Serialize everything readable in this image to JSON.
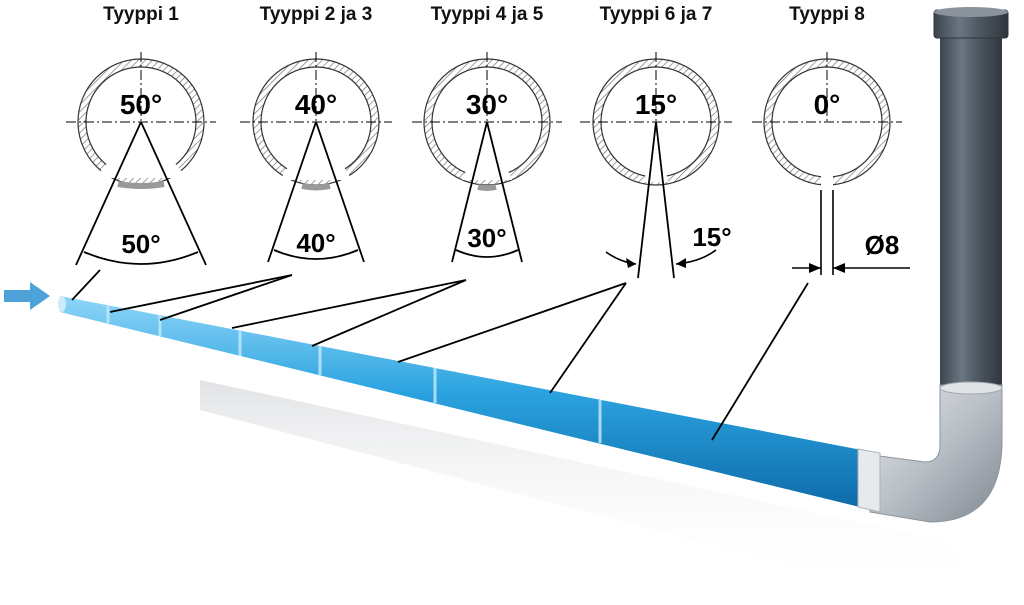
{
  "titles": [
    "Tyyppi 1",
    "Tyyppi 2 ja 3",
    "Tyyppi 4 ja 5",
    "Tyyppi 6 ja 7",
    "Tyyppi 8"
  ],
  "circle_labels": [
    "50°",
    "40°",
    "30°",
    "15°",
    "0°"
  ],
  "cone_labels": [
    "50°",
    "40°",
    "30°",
    "15°"
  ],
  "hole_label": "Ø8",
  "colors": {
    "pipe_blue": "#2ba3e0",
    "pipe_light": "#8fd6f8",
    "steel_dark": "#4f5964",
    "steel_light": "#c9cdd2",
    "arrow": "#4da3d8",
    "ring_hatch": "#777777"
  },
  "icons": [
    "flow-direction-arrow-icon"
  ]
}
